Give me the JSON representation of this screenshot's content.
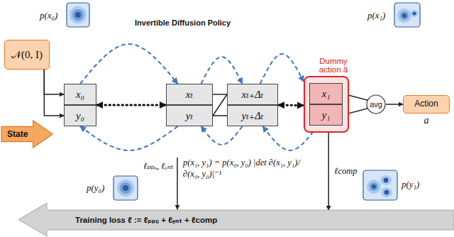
{
  "diagram": {
    "title": "Invertible Diffusion Policy",
    "nodes": [
      {
        "text": [
          "𝒩(0, I)"
        ]
      },
      {
        "text": [
          "State"
        ]
      },
      {
        "text": [
          "x₀"
        ]
      },
      {
        "text": [
          "y₀"
        ]
      },
      {
        "text": [
          "xₜ"
        ]
      },
      {
        "text": [
          "yₜ"
        ]
      },
      {
        "text": [
          "xₜ₊Δₜ"
        ]
      },
      {
        "text": [
          "yₜ₊Δₜ"
        ]
      },
      {
        "text": [
          "Dummy action ã"
        ]
      },
      {
        "text": [
          "x₁"
        ],
        "in": 8
      },
      {
        "text": [
          "y₁"
        ],
        "in": 8
      },
      {
        "text": [
          "avg"
        ]
      },
      {
        "text": [
          "Action",
          "a"
        ]
      },
      {
        "text": [
          "Training loss ℓ := ℓₚₚₒ + ℓₑₙₜ + ℓcomp"
        ]
      }
    ],
    "edges": [
      {
        "from": 0,
        "to": 2,
        "arrow": "to"
      },
      {
        "from": 0,
        "to": 3,
        "arrow": "to"
      },
      {
        "from": 2,
        "to": 4,
        "arrow": "both"
      },
      {
        "from": 4,
        "to": 6,
        "arrow": "none"
      },
      {
        "from": 5,
        "to": 6,
        "arrow": "none"
      },
      {
        "from": 5,
        "to": 7,
        "arrow": "none"
      },
      {
        "from": 6,
        "to": 8,
        "arrow": "both"
      },
      {
        "from": 9,
        "to": 11,
        "arrow": "none"
      },
      {
        "from": 10,
        "to": 11,
        "arrow": "none"
      },
      {
        "from": 11,
        "to": 12,
        "arrow": "to"
      },
      {
        "from": 2,
        "to": 4,
        "arrow": "to"
      },
      {
        "from": 4,
        "to": 6,
        "arrow": "to"
      },
      {
        "from": 6,
        "to": 8,
        "arrow": "to"
      },
      {
        "from": 10,
        "to": 7,
        "arrow": "to"
      },
      {
        "from": 7,
        "to": 5,
        "arrow": "to"
      },
      {
        "from": 5,
        "to": 3,
        "arrow": "to"
      },
      {
        "from": 8,
        "to": 13,
        "label": "ℓcomp",
        "arrow": "to"
      }
    ],
    "labels": [
      "p(x₀)",
      "p(x₁)",
      "ℓₚₚₒ, ℓₑₙₜ",
      "p(x₁, y₁) = p(x₀, y₀) |det ∂(x₁, y₁)/∂(x₀, y₀)|⁻¹",
      "p(y₀)",
      "p(y₁)"
    ]
  }
}
